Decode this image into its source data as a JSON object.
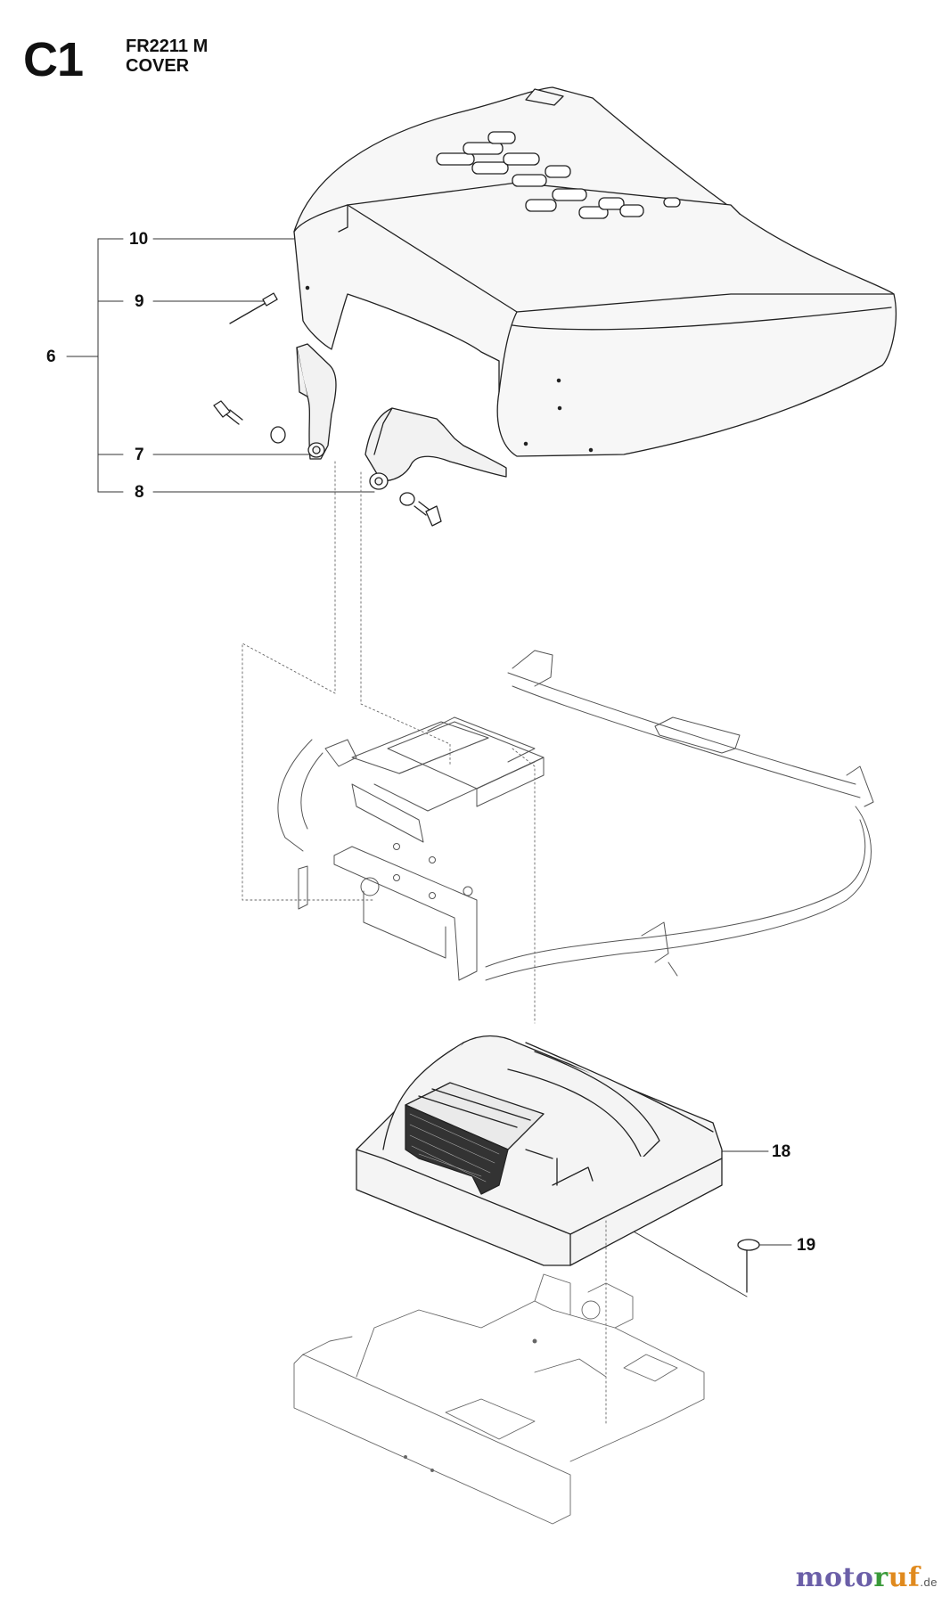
{
  "header": {
    "section_code": "C1",
    "model": "FR2211 M",
    "title": "COVER"
  },
  "callouts": {
    "c10": "10",
    "c9": "9",
    "c6": "6",
    "c7": "7",
    "c8": "8",
    "c18": "18",
    "c19": "19"
  },
  "watermark": {
    "brand_a": "moto",
    "brand_b": "r",
    "brand_c": "uf",
    "suffix": ".de",
    "colors": {
      "a": "#6b5fa8",
      "b": "#3a9a3a",
      "c": "#e08a1e"
    }
  }
}
